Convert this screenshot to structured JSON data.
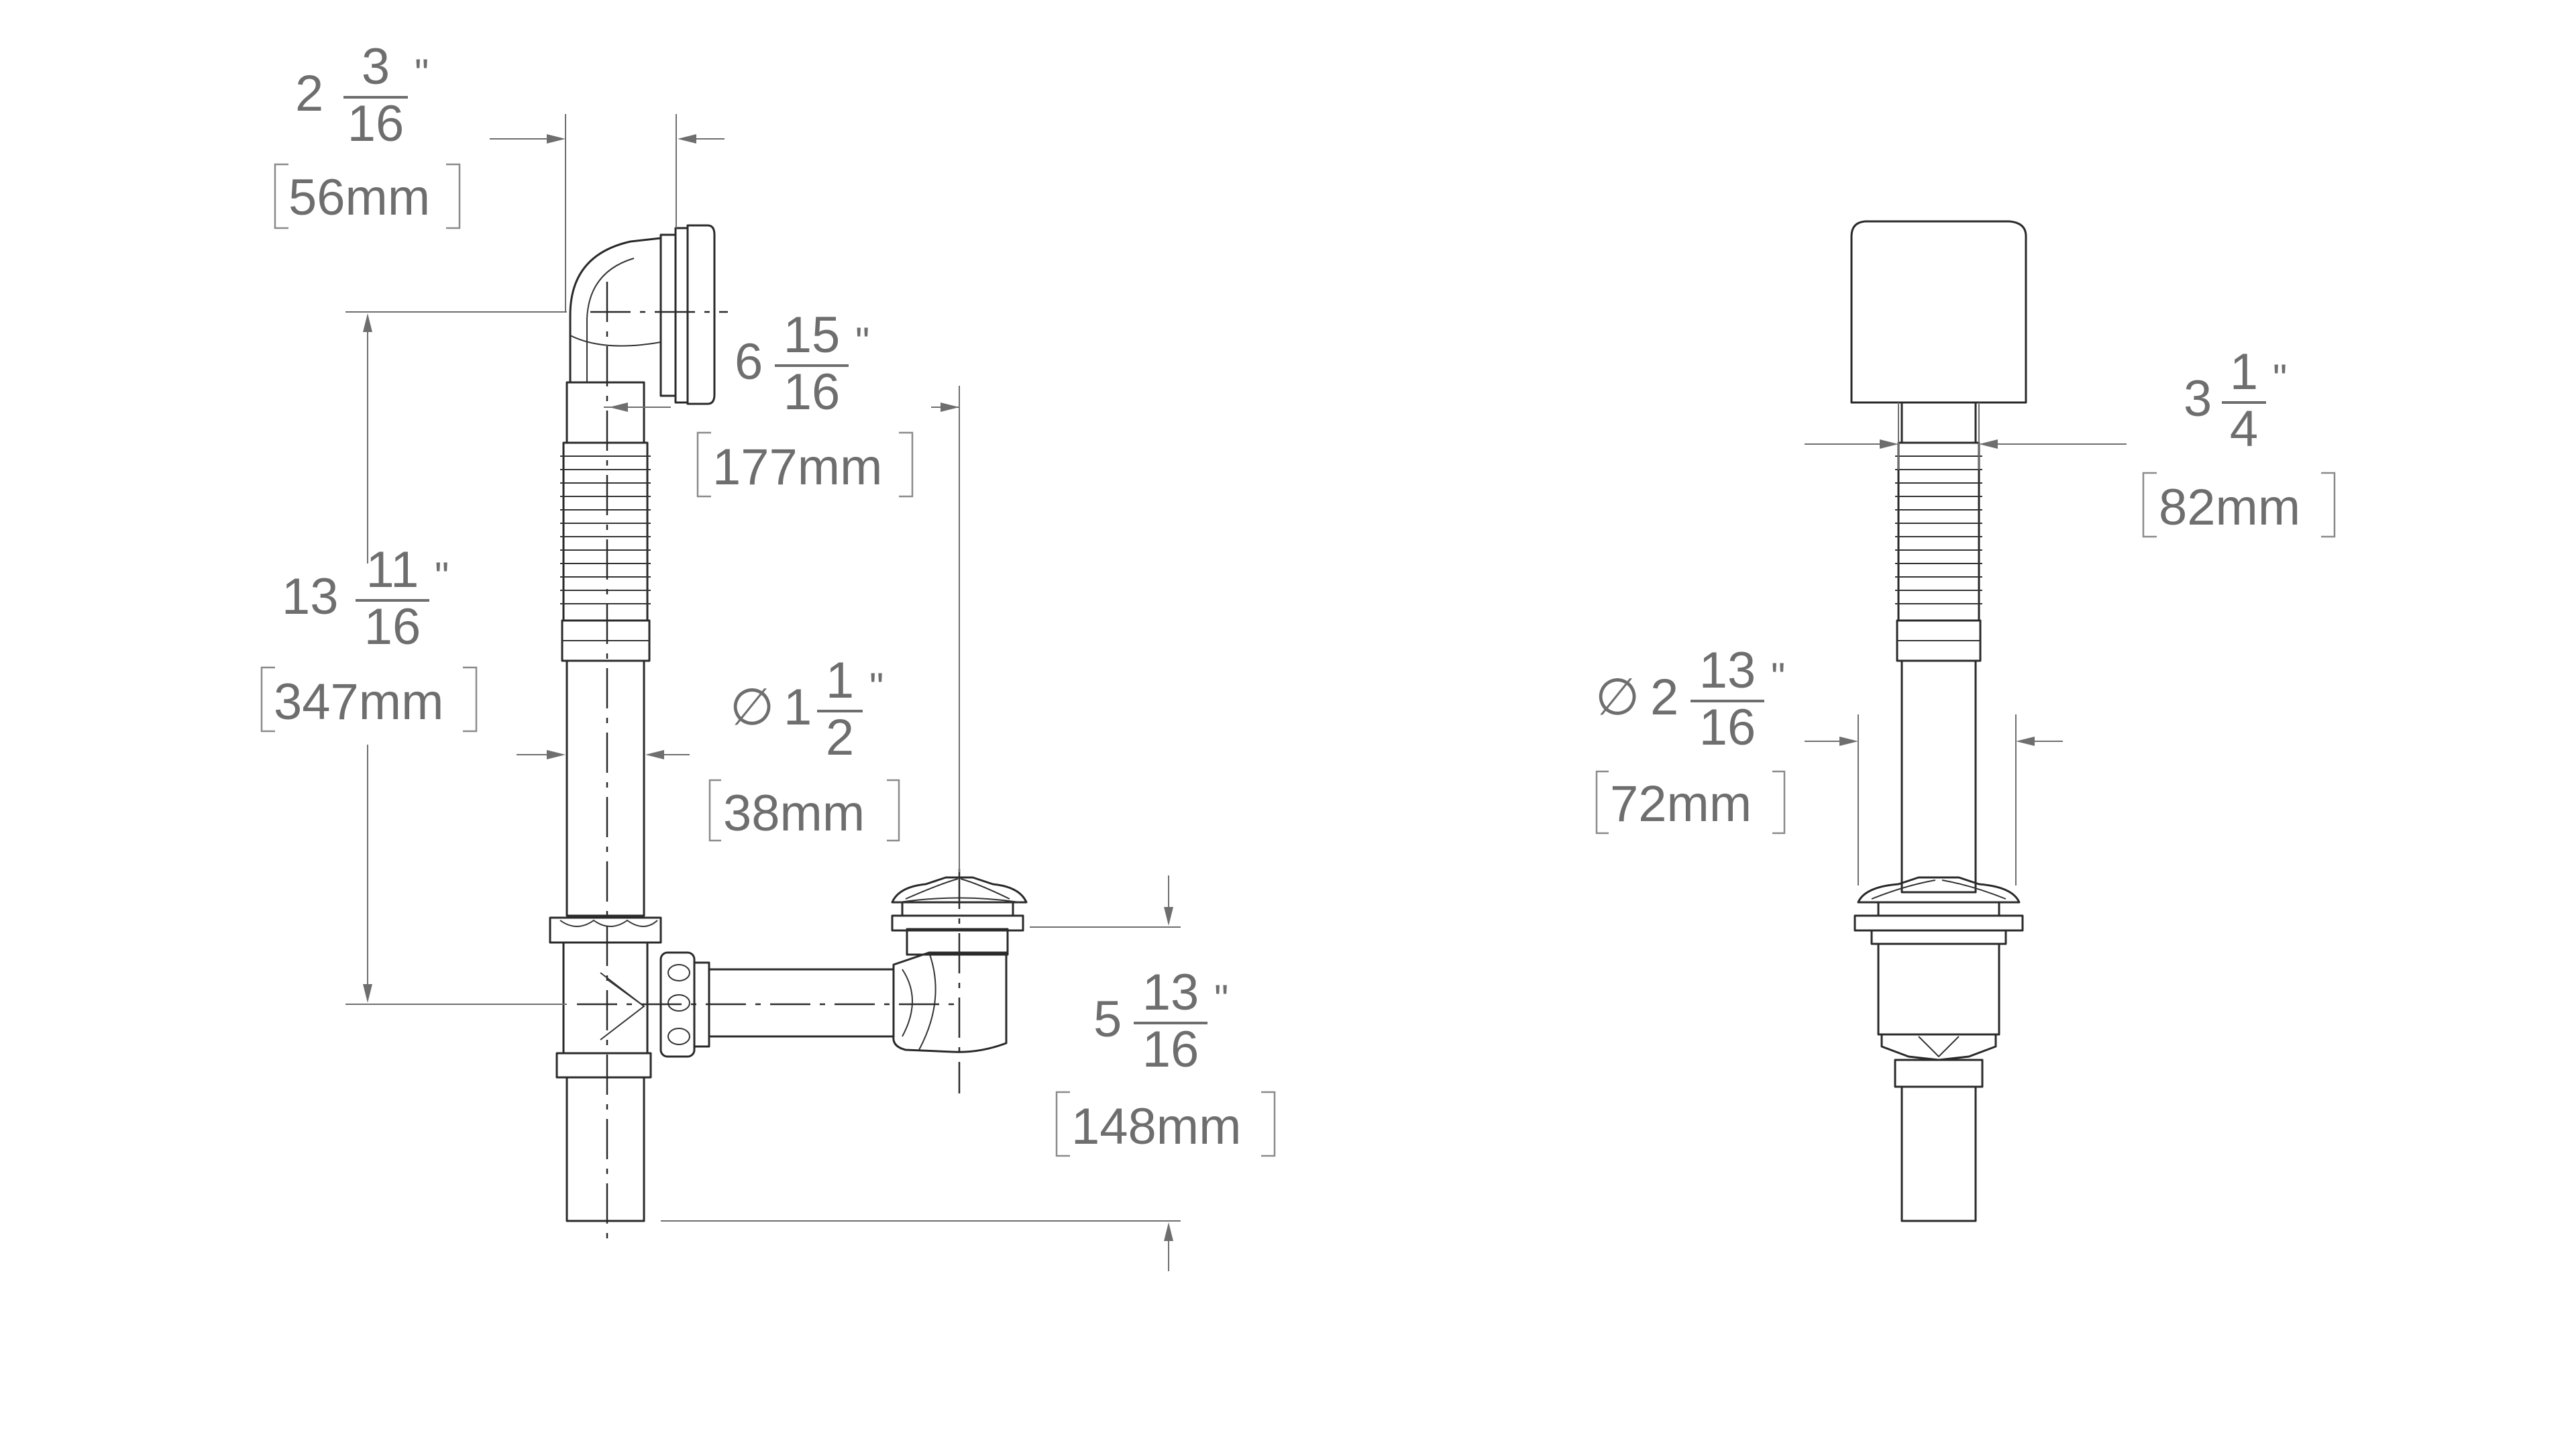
{
  "dimensions": {
    "flange_offset": {
      "whole": "2",
      "num": "3",
      "den": "16",
      "unit": "\"",
      "mm": "56mm"
    },
    "overflow_reach": {
      "whole": "6",
      "num": "15",
      "den": "16",
      "unit": "\"",
      "mm": "177mm"
    },
    "overflow_height": {
      "whole": "13",
      "num": "11",
      "den": "16",
      "unit": "\"",
      "mm": "347mm"
    },
    "pipe_diameter": {
      "symbol": "∅",
      "whole": "1",
      "num": "1",
      "den": "2",
      "unit": "\"",
      "mm": "38mm"
    },
    "drain_height": {
      "whole": "5",
      "num": "13",
      "den": "16",
      "unit": "\"",
      "mm": "148mm"
    },
    "plate_width": {
      "whole": "3",
      "num": "1",
      "den": "4",
      "unit": "\"",
      "mm": "82mm"
    },
    "drain_diameter": {
      "symbol": "∅",
      "whole": "2",
      "num": "13",
      "den": "16",
      "unit": "\"",
      "mm": "72mm"
    }
  },
  "colors": {
    "outline": "#2a2a2a",
    "dimension": "#6e6e6e",
    "background": "#ffffff"
  }
}
